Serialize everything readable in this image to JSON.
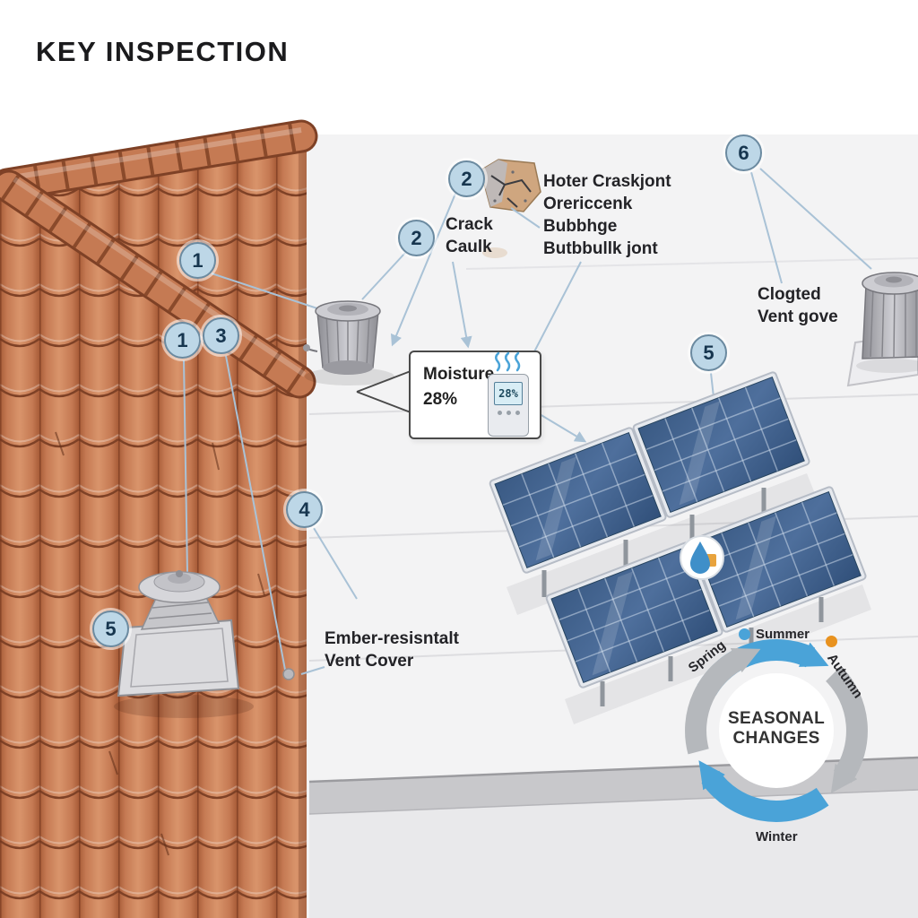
{
  "title": "KEY INSPECTION",
  "callouts": {
    "c1a": "1",
    "c1b": "1",
    "c2a": "2",
    "c2b": "2",
    "c3": "3",
    "c4": "4",
    "c5a": "5",
    "c5b": "5",
    "c6": "6"
  },
  "labels": {
    "crack_caulk": "Crack\nCaulk",
    "hot_crack": "Hoter Craskjont\nOrericcenk\nBubbhge\nButbbullk jont",
    "clogged_vent": "Clogted\nVent gove",
    "ember_vent": "Ember-resisntalt\nVent Cover"
  },
  "moisture": {
    "label": "Moisture",
    "value": "28%",
    "meter_reading": "28%"
  },
  "seasonal": {
    "center": "SEASONAL\nCHANGES",
    "spring": "Spring",
    "summer": "Summer",
    "autumn": "Autumn",
    "winter": "Winter"
  },
  "colors": {
    "tile": "#c57a53",
    "tile_dark": "#7e4126",
    "callout_fill": "#bdd7e7",
    "callout_border": "#6b8aa0",
    "leader_line": "#a9c2d6",
    "panel_blue": "#3c5a80",
    "season_blue": "#4aa3d8",
    "season_gray": "#b5b8bc",
    "summer_dot": "#4aa3d8",
    "autumn_dot": "#e8921f",
    "flat_roof": "#f3f3f4"
  }
}
